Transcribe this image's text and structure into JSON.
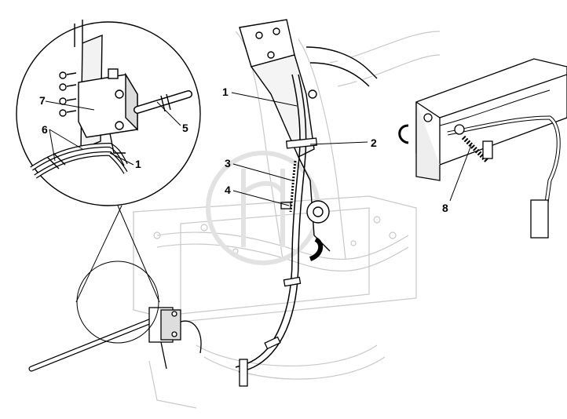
{
  "callouts": {
    "c1_detail": "1",
    "c5": "5",
    "c6": "6",
    "c7": "7",
    "c1_main": "1",
    "c2": "2",
    "c3": "3",
    "c4": "4",
    "c8": "8"
  },
  "colors": {
    "line": "#000000",
    "ghost": "#c8c8c8",
    "watermark": "#e2e2e2",
    "background": "#ffffff"
  }
}
